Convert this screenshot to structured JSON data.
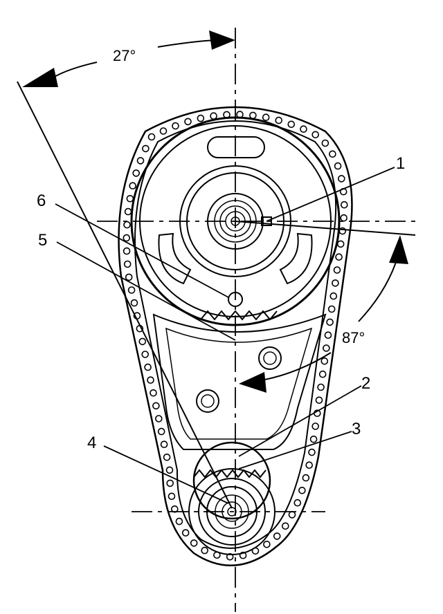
{
  "angles": {
    "top": "27°",
    "right": "87°"
  },
  "callouts": {
    "c1": "1",
    "c2": "2",
    "c3": "3",
    "c4": "4",
    "c5": "5",
    "c6": "6"
  }
}
